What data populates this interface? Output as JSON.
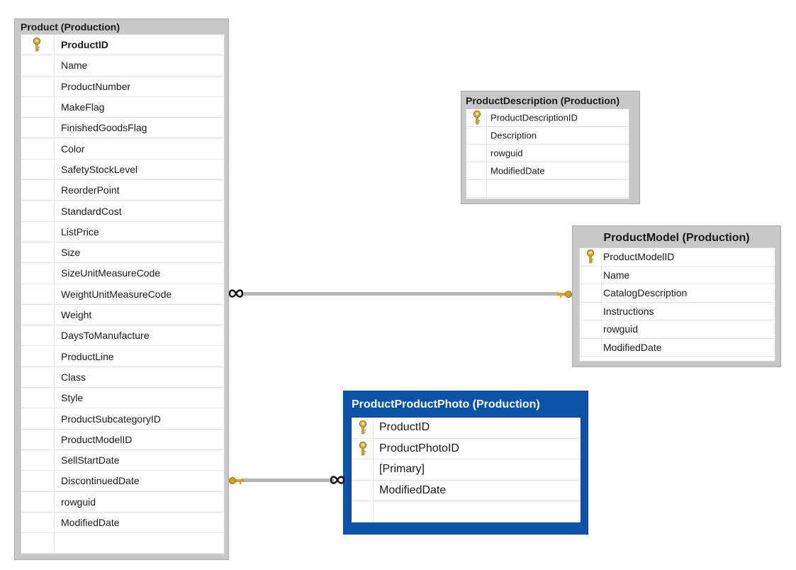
{
  "diagram": {
    "product": {
      "title": "Product (Production)",
      "columns": [
        "ProductID",
        "Name",
        "ProductNumber",
        "MakeFlag",
        "FinishedGoodsFlag",
        "Color",
        "SafetyStockLevel",
        "ReorderPoint",
        "StandardCost",
        "ListPrice",
        "Size",
        "SizeUnitMeasureCode",
        "WeightUnitMeasureCode",
        "Weight",
        "DaysToManufacture",
        "ProductLine",
        "Class",
        "Style",
        "ProductSubcategoryID",
        "ProductModelID",
        "SellStartDate",
        "DiscontinuedDate",
        "rowguid",
        "ModifiedDate"
      ],
      "key_columns": [
        "ProductID"
      ]
    },
    "product_description": {
      "title": "ProductDescription (Production)",
      "columns": [
        "ProductDescriptionID",
        "Description",
        "rowguid",
        "ModifiedDate"
      ],
      "key_columns": [
        "ProductDescriptionID"
      ]
    },
    "product_model": {
      "title": "ProductModel (Production)",
      "columns": [
        "ProductModelID",
        "Name",
        "CatalogDescription",
        "Instructions",
        "rowguid",
        "ModifiedDate"
      ],
      "key_columns": [
        "ProductModelID"
      ]
    },
    "product_product_photo": {
      "title": "ProductProductPhoto (Production)",
      "columns": [
        "ProductID",
        "ProductPhotoID",
        "[Primary]",
        "ModifiedDate"
      ],
      "key_columns": [
        "ProductID",
        "ProductPhotoID"
      ],
      "header_color": "#0b52a8"
    },
    "relationships": [
      {
        "from": "Product (Production)",
        "to": "ProductModel (Production)",
        "from_end": "many",
        "to_end": "one"
      },
      {
        "from": "ProductProductPhoto (Production)",
        "to": "Product (Production)",
        "from_end": "many",
        "to_end": "one"
      }
    ],
    "icons": {
      "key": "key-icon",
      "many": "infinity-icon",
      "one": "key-end-icon"
    },
    "colors": {
      "frame": "#c8c8c8",
      "selected_frame": "#0b52a8",
      "key_icon": "#c9a227",
      "connector": "#b5b5b5"
    }
  }
}
